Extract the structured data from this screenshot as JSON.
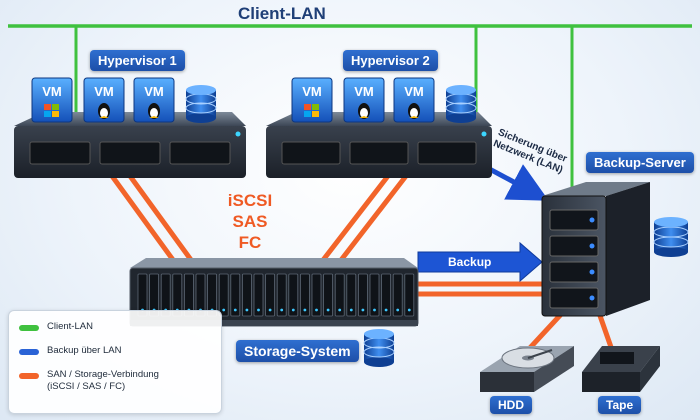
{
  "lan": {
    "label": "Client-LAN"
  },
  "hypervisors": [
    {
      "title": "Hypervisor 1",
      "vms": [
        {
          "label": "VM",
          "os": "windows-logo-icon"
        },
        {
          "label": "VM",
          "os": "linux-tux-icon"
        },
        {
          "label": "VM",
          "os": "linux-tux-icon"
        }
      ]
    },
    {
      "title": "Hypervisor 2",
      "vms": [
        {
          "label": "VM",
          "os": "windows-logo-icon"
        },
        {
          "label": "VM",
          "os": "linux-tux-icon"
        },
        {
          "label": "VM",
          "os": "linux-tux-icon"
        }
      ]
    }
  ],
  "protocols": {
    "line1": "iSCSI",
    "line2": "SAS",
    "line3": "FC"
  },
  "backup_server": {
    "title": "Backup-Server"
  },
  "storage": {
    "title": "Storage-System"
  },
  "arrows": {
    "lan_backup": "Sicherung über\nNetzwerk (LAN)",
    "san_backup": "Backup"
  },
  "devices": {
    "hdd": "HDD",
    "tape": "Tape"
  },
  "legend": [
    {
      "label": "Client-LAN",
      "color": "#3fc13f"
    },
    {
      "label": "Backup über LAN",
      "color": "#2a63d6"
    },
    {
      "label": "SAN / Storage-Verbindung\n(iSCSI / SAS / FC)",
      "color": "#f2642a"
    }
  ],
  "colors": {
    "lan": "#3fc13f",
    "backup": "#2a63d6",
    "san": "#f2642a",
    "accent": "#ef5a24"
  }
}
